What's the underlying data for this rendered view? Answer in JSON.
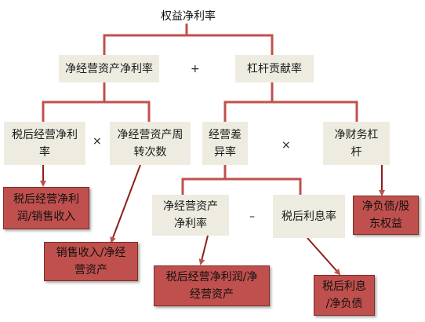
{
  "colors": {
    "connector": "#c0504d",
    "box_fill": "#eeece1",
    "result_fill": "#c0504d"
  },
  "root": "权益净利率",
  "level1": {
    "left": "净经营资产净利率",
    "plus": "+",
    "right": "杠杆贡献率"
  },
  "level2": {
    "after_tax_margin": [
      "税后经营净利",
      "率"
    ],
    "times_a": "×",
    "turnover": [
      "净经营资产周",
      "转次数"
    ],
    "spread": [
      "经营差",
      "异率"
    ],
    "times_b": "×",
    "leverage": [
      "净财务杠",
      "杆"
    ]
  },
  "level3": {
    "rnoa": [
      "净经营资产",
      "净利率"
    ],
    "minus": "–",
    "interest_rate": "税后利息率"
  },
  "formulas": {
    "margin_formula": [
      "税后经营净利",
      "润/销售收入"
    ],
    "turnover_formula": [
      "销售收入/净经",
      "营资产"
    ],
    "rnoa_formula": [
      "税后经营净利润/净",
      "经营资产"
    ],
    "interest_formula": [
      "税后利息",
      "/净负债"
    ],
    "leverage_formula": [
      "净负债/股",
      "东权益"
    ]
  }
}
